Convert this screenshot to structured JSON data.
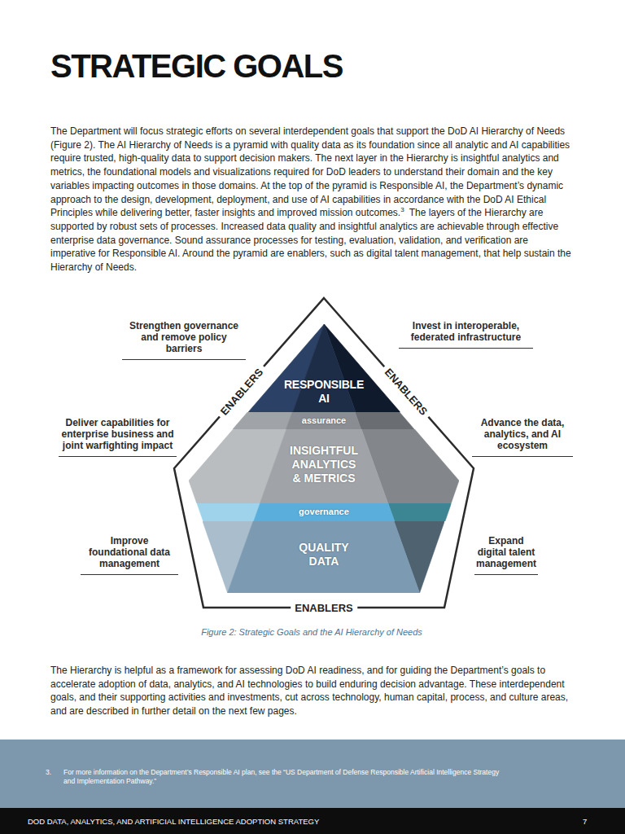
{
  "diagram": {
    "title": "STRATEGIC GOALS",
    "caption": "Figure 2: Strategic Goals and the AI Hierarchy of Needs",
    "nodes": [
      {
        "text": [
          "RESPONSIBLE AI"
        ]
      },
      {
        "text": [
          "assurance"
        ]
      },
      {
        "text": [
          "INSIGHTFUL ANALYTICS & METRICS"
        ]
      },
      {
        "text": [
          "governance"
        ]
      },
      {
        "text": [
          "QUALITY DATA"
        ]
      }
    ],
    "labels": [
      "The Department will focus strategic efforts on several interdependent goals that support the DoD AI Hierarchy of Needs (Figure 2). The AI Hierarchy of Needs is a pyramid with quality data as its foundation since all analytic and AI capabilities require trusted, high-quality data to support decision makers. The next layer in the Hierarchy is insightful analytics and metrics, the foundational models and visualizations required for DoD leaders to understand their domain and the key variables impacting outcomes in those domains. At the top of the pyramid is Responsible AI, the Department’s dynamic approach to the design, development, deployment, and use of AI capabilities in accordance with the DoD AI Ethical Principles while delivering better, faster insights and improved mission outcomes.",
      "3",
      "The layers of the Hierarchy are supported by robust sets of processes. Increased data quality and insightful analytics are achievable through effective enterprise data governance. Sound assurance processes for testing, evaluation, validation, and verification are imperative for Responsible AI. Around the pyramid are enablers, such as digital talent management, that help sustain the Hierarchy of Needs.",
      "Strengthen governance and remove policy barriers",
      "Invest in interoperable, federated infrastructure",
      "Deliver capabilities for enterprise business and joint warfighting impact",
      "Advance the data, analytics, and AI ecosystem",
      "Improve foundational data management",
      "Expand digital talent management",
      "ENABLERS",
      "ENABLERS",
      "ENABLERS",
      "The Hierarchy is helpful as a framework for assessing DoD AI readiness, and for guiding the Department’s goals to accelerate adoption of data, analytics, and AI technologies to build enduring decision advantage. These interdependent goals, and their supporting activities and investments, cut across technology, human capital, process, and culture areas, and are described in further detail on the next few pages.",
      "3.",
      "For more information on the Department’s Responsible AI plan, see the “US Department of Defense Responsible Artificial Intelligence Strategy and Implementation Pathway.”",
      "DOD DATA, ANALYTICS, AND ARTIFICIAL INTELLIGENCE ADOPTION STRATEGY",
      "7"
    ]
  }
}
